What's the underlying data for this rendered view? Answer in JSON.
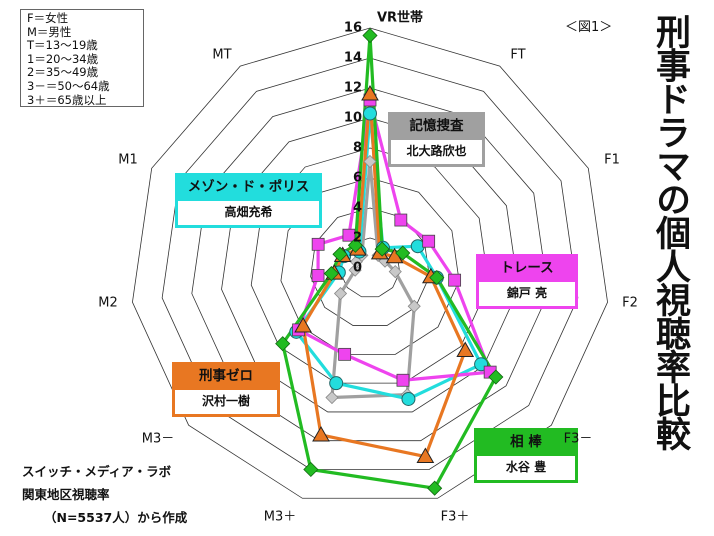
{
  "key_box": [
    "F＝女性",
    "M＝男性",
    "T＝13〜19歳",
    "1＝20〜34歳",
    "2＝35〜49歳",
    "3－＝50〜64歳",
    "3＋＝65歳以上"
  ],
  "figure_label": "＜図1＞",
  "side_title": "刑事ドラマの個人視聴率比較",
  "source": [
    "スイッチ・メディア・ラボ",
    "関東地区視聴率",
    "（N=5537人）から作成"
  ],
  "chart_data": {
    "type": "radar",
    "title": "刑事ドラマの個人視聴率比較",
    "categories": [
      "VR世帯",
      "FT",
      "F1",
      "F2",
      "F3－",
      "F3＋",
      "M3＋",
      "M3－",
      "M2",
      "M1",
      "MT"
    ],
    "rlim": [
      0,
      16
    ],
    "ticks": [
      "0",
      "2",
      "4",
      "6",
      "8",
      "10",
      "12",
      "14",
      "16"
    ],
    "tick_values": [
      0,
      2,
      4,
      6,
      8,
      10,
      12,
      14,
      16
    ],
    "series": [
      {
        "title": "相 棒",
        "actor": "水谷 豊",
        "color": "#22bb22",
        "marker": "diamond",
        "values": [
          15.5,
          1.5,
          2.4,
          4.5,
          11.1,
          15.3,
          14.0,
          7.7,
          2.6,
          2.2,
          1.8
        ]
      },
      {
        "title": "刑事ゼロ",
        "actor": "沢村一樹",
        "color": "#e87722",
        "marker": "triangle",
        "values": [
          11.6,
          1.2,
          1.8,
          4.1,
          8.4,
          13.1,
          11.6,
          5.9,
          2.4,
          2.0,
          1.5
        ]
      },
      {
        "title": "トレース",
        "actor": "錦戸 亮",
        "color": "#ee44ee",
        "marker": "square",
        "values": [
          11.2,
          3.8,
          4.3,
          5.7,
          10.6,
          7.8,
          6.0,
          6.3,
          3.5,
          3.8,
          2.6
        ]
      },
      {
        "title": "メゾン・ド・ポリス",
        "actor": "高畑充希",
        "color": "#22dddd",
        "marker": "circle",
        "values": [
          10.3,
          1.6,
          3.5,
          4.5,
          9.8,
          9.1,
          8.0,
          6.5,
          2.1,
          1.9,
          1.3
        ]
      },
      {
        "title": "記憶捜査",
        "actor": "北大路欣也",
        "color": "#a0a0a0",
        "marker": "smalldiamond",
        "values": [
          7.1,
          1.0,
          1.1,
          1.7,
          3.9,
          8.8,
          9.0,
          2.6,
          1.0,
          1.0,
          1.0
        ]
      }
    ],
    "grid": true
  }
}
